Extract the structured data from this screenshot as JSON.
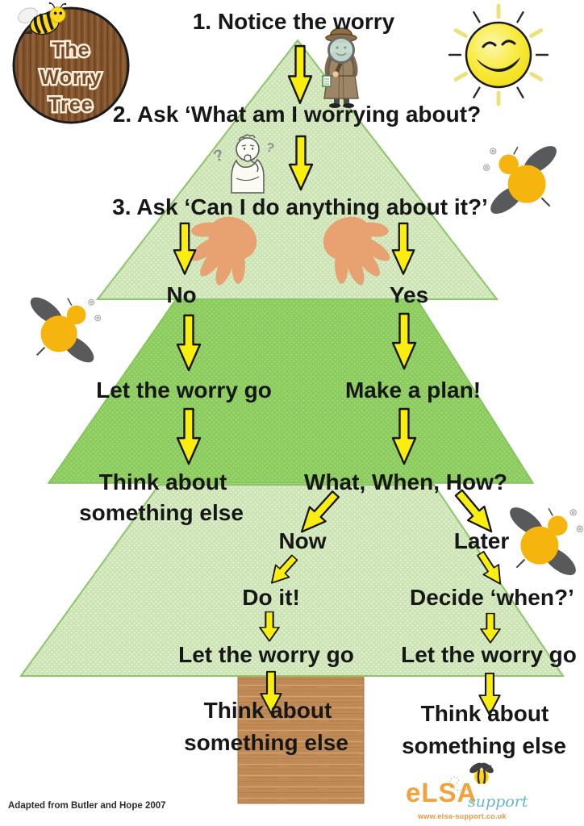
{
  "logo": {
    "line1": "The",
    "line2": "Worry",
    "line3": "Tree"
  },
  "flow": {
    "step1": "1. Notice the worry",
    "step2": "2. Ask ‘What am I worrying about?",
    "step3": "3. Ask ‘Can I do anything about it?’",
    "no_label": "No",
    "yes_label": "Yes",
    "no_action": "Let the worry go",
    "yes_action": "Make a plan!",
    "no_result_line1": "Think about",
    "no_result_line2": "something else",
    "plan_question": "What, When, How?",
    "now_label": "Now",
    "later_label": "Later",
    "now_action": "Do it!",
    "later_action": "Decide ‘when?’",
    "now_release": "Let the worry go",
    "later_release": "Let the worry go",
    "now_result_line1": "Think about",
    "now_result_line2": "something else",
    "later_result_line1": "Think about",
    "later_result_line2": "something else"
  },
  "footer": {
    "attribution": "Adapted from Butler and Hope 2007",
    "brand_name": "eLSA",
    "brand_suffix": "support",
    "brand_url": "www.elsa-support.co.uk"
  },
  "icons": {
    "question_mark": "?"
  },
  "colors": {
    "tier_light_green": "#cde4b5",
    "tier_dark_green": "#8ccb5e",
    "arrow_yellow": "#f9ee0f",
    "trunk_brown": "#c18b57",
    "logo_wood_brown": "#7e512c",
    "sun_yellow": "#f8ea3a",
    "bee_yellow": "#f6b40f",
    "bee_wing_gray": "#58595b",
    "hand_skin": "#e8a271",
    "elsa_orange": "#f2a239",
    "elsa_teal": "#66b7c6"
  }
}
